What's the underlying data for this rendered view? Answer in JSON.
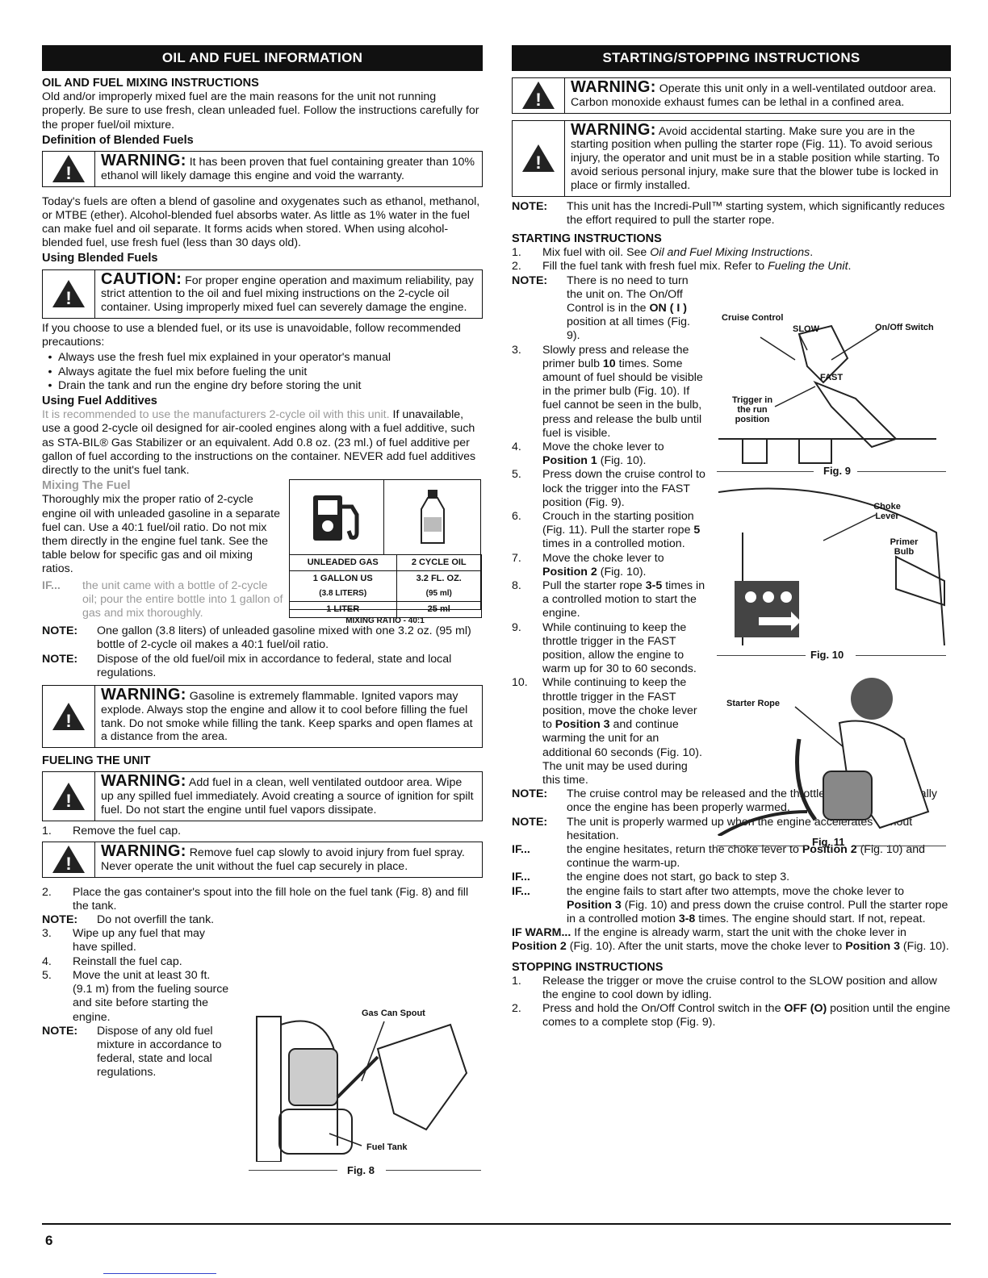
{
  "left": {
    "banner": "OIL AND FUEL INFORMATION",
    "mixing_heading": "OIL AND FUEL MIXING INSTRUCTIONS",
    "mixing_intro": "Old and/or improperly mixed fuel are the main reasons for the unit not running properly. Be sure to use fresh, clean unleaded fuel. Follow the instructions carefully for the proper fuel/oil mixture.",
    "def_heading": "Definition of Blended Fuels",
    "warning1_title": "WARNING:",
    "warning1_text": "It has been proven that fuel containing greater than 10% ethanol will likely damage this engine and void the warranty.",
    "todays_fuels": "Today's fuels are often a blend of gasoline and oxygenates such as ethanol, methanol, or MTBE (ether). Alcohol-blended fuel absorbs water. As little as 1% water in the fuel can make fuel and oil separate. It forms acids when stored. When using alcohol-blended fuel, use fresh fuel (less than 30 days old).",
    "using_heading": "Using Blended Fuels",
    "caution_title": "CAUTION:",
    "caution_text": "For proper engine operation and maximum reliability, pay strict attention to the oil and fuel mixing instructions on the 2-cycle oil container. Using improperly mixed fuel can severely damage the engine.",
    "blended_intro": "If you choose to use a blended fuel, or its use is unavoidable, follow recommended precautions:",
    "bullets": [
      "Always use the fresh fuel mix explained in your operator's manual",
      "Always agitate the fuel mix before fueling the unit",
      "Drain the tank and run the engine dry before storing the unit"
    ],
    "additives_heading": "Using Fuel Additives",
    "additives_faint": "It is recommended to use the manufacturers 2-cycle oil with this unit.",
    "additives_text": "If unavailable, use a good 2-cycle oil designed for air-cooled engines along with a fuel additive, such as STA-BIL® Gas Stabilizer or an equivalent. Add 0.8 oz. (23 ml.) of fuel additive per gallon of fuel according to the instructions on the container. NEVER add fuel additives directly to the unit's fuel tank.",
    "mixing_fuel_heading": "Mixing The Fuel",
    "mixing_fuel_text": "Thoroughly mix the proper ratio of 2-cycle engine oil with unleaded gasoline in a separate fuel can. Use a 40:1 fuel/oil ratio. Do not mix them directly in the engine fuel tank. See the table below for specific gas and oil mixing ratios.",
    "if_label": "IF...",
    "if_text": "the unit came with a bottle of 2-cycle oil; pour the entire bottle into 1 gallon of gas and mix thoroughly.",
    "table": {
      "headers": [
        "UNLEADED GAS",
        "2 CYCLE OIL"
      ],
      "rows": [
        [
          "1 GALLON US",
          "(3.8 LITERS)",
          "3.2 FL. OZ.",
          "(95 ml)"
        ],
        [
          "1 LITER",
          "",
          "25 ml",
          ""
        ]
      ],
      "ratio": "MIXING RATIO - 40:1"
    },
    "note_label": "NOTE:",
    "note1": "One gallon (3.8 liters) of unleaded gasoline mixed with one 3.2 oz. (95 ml) bottle of 2-cycle oil makes a 40:1 fuel/oil ratio.",
    "note2": "Dispose of the old fuel/oil mix in accordance to federal, state and local regulations.",
    "warning2_title": "WARNING:",
    "warning2_text": "Gasoline is extremely flammable. Ignited vapors may explode. Always stop the engine and allow it to cool before filling the fuel tank. Do not smoke while filling the tank. Keep sparks and open flames at a distance from the area.",
    "fueling_heading": "FUELING THE UNIT",
    "warning3_title": "WARNING:",
    "warning3_text": "Add fuel in a clean, well ventilated outdoor area. Wipe up any spilled fuel immediately. Avoid creating a source of ignition for spilt fuel. Do not start the engine until fuel vapors dissipate.",
    "step1_num": "1.",
    "step1": "Remove the fuel cap.",
    "warning4_title": "WARNING:",
    "warning4_text": "Remove fuel cap slowly to avoid injury from fuel spray. Never operate the unit without the fuel cap securely in place.",
    "step2_num": "2.",
    "step2": "Place the gas container's spout into the fill hole on the fuel tank (Fig. 8) and fill the tank.",
    "note3": "Do not overfill the tank.",
    "step3_num": "3.",
    "step3": "Wipe up any fuel that may have spilled.",
    "step4_num": "4.",
    "step4": "Reinstall the fuel cap.",
    "step5_num": "5.",
    "step5": "Move the unit at least 30 ft. (9.1 m) from the fueling source and site before starting the engine.",
    "note4": "Dispose of any old fuel mixture in accordance to federal, state and local regulations.",
    "fig8": {
      "spout": "Gas Can Spout",
      "tank": "Fuel Tank",
      "caption": "Fig. 8"
    }
  },
  "right": {
    "banner": "STARTING/STOPPING INSTRUCTIONS",
    "warningA_title": "WARNING:",
    "warningA_text": "Operate this unit only in a well-ventilated outdoor area. Carbon monoxide exhaust fumes can be lethal in a confined area.",
    "warningB_title": "WARNING:",
    "warningB_text": "Avoid accidental starting. Make sure you are in the starting position when pulling the starter rope (Fig. 11). To avoid serious injury, the operator and unit must be in a stable position while starting. To avoid serious personal injury, make sure that the blower tube is locked in place or firmly installed.",
    "note_label": "NOTE:",
    "noteA": "This unit has the Incredi-Pull™ starting system, which significantly reduces the effort required to pull the starter rope.",
    "starting_heading": "STARTING INSTRUCTIONS",
    "s1": "Mix fuel with oil. See ",
    "s1_i": "Oil and Fuel Mixing Instructions",
    "s2": "Fill the fuel tank with fresh fuel mix. Refer to ",
    "s2_i": "Fueling the Unit",
    "noteB_a": "There is no need to turn the unit on. The On/Off Control is in the ",
    "noteB_b": "ON ( I )",
    "noteB_c": " position at all times (Fig. 9).",
    "s3_a": "Slowly press and release the primer bulb ",
    "s3_b": "10",
    "s3_c": " times. Some amount of fuel should be visible in the primer bulb (Fig. 10). If fuel cannot be seen in the bulb, press and release the bulb until fuel is visible.",
    "s4_a": "Move the choke lever to ",
    "s4_b": "Position 1",
    "s4_c": " (Fig. 10).",
    "s5": "Press down the cruise control to lock the trigger into the FAST position (Fig. 9).",
    "s6_a": "Crouch in the starting position (Fig. 11). Pull the starter rope ",
    "s6_b": "5",
    "s6_c": " times in a controlled motion.",
    "s7_a": "Move the choke lever to ",
    "s7_b": "Position 2",
    "s7_c": " (Fig. 10).",
    "s8_a": "Pull the starter rope ",
    "s8_b": "3-5",
    "s8_c": " times in a controlled motion to start the engine.",
    "s9": "While continuing to keep the throttle trigger in the FAST position, allow the engine to warm up for 30 to 60 seconds.",
    "s10_a": "While continuing to keep the throttle trigger in the FAST position, move the choke lever to ",
    "s10_b": "Position 3",
    "s10_c": " and continue warming the unit for an additional 60 seconds (Fig. 10). The unit may be used during this time.",
    "noteC": "The cruise control may be released and the throttle control used normally once the engine has been properly warmed.",
    "noteD": "The unit is properly warmed up when the engine accelerates without hesitation.",
    "if_label": "IF...",
    "if1_a": "the engine hesitates, return the choke lever to ",
    "if1_b": "Position 2",
    "if1_c": " (Fig. 10) and continue the warm-up.",
    "if2": "the engine does not start, go back to step 3.",
    "if3_a": "the engine fails to start after two attempts, move the choke lever to ",
    "if3_b": "Position 3",
    "if3_c": " (Fig. 10) and press down the cruise control. Pull the starter rope in a controlled motion ",
    "if3_d": "3-8",
    "if3_e": " times. The engine should start. If not, repeat.",
    "ifwarm_label": "IF WARM...",
    "ifwarm_a": "If the engine is already warm, start the unit with the choke lever in ",
    "ifwarm_b": "Position 2",
    "ifwarm_c": " (Fig. 10). After the unit starts, move the choke lever to ",
    "ifwarm_d": "Position 3",
    "ifwarm_e": " (Fig. 10).",
    "stopping_heading": "STOPPING INSTRUCTIONS",
    "st1": "Release the trigger or move the cruise control to the SLOW position and allow the engine to cool down by idling.",
    "st2_a": "Press and hold the On/Off Control switch in the ",
    "st2_b": "OFF (O)",
    "st2_c": " position until the engine comes to a complete stop (Fig. 9).",
    "fig9": {
      "cruise": "Cruise Control",
      "slow": "SLOW",
      "onoff": "On/Off Switch",
      "fast": "FAST",
      "trigger": "Trigger in the run position",
      "caption": "Fig. 9"
    },
    "fig10": {
      "choke": "Choke Lever",
      "primer": "Primer Bulb",
      "caption": "Fig. 10"
    },
    "fig11": {
      "rope": "Starter Rope",
      "caption": "Fig. 11"
    }
  },
  "page_number": "6"
}
